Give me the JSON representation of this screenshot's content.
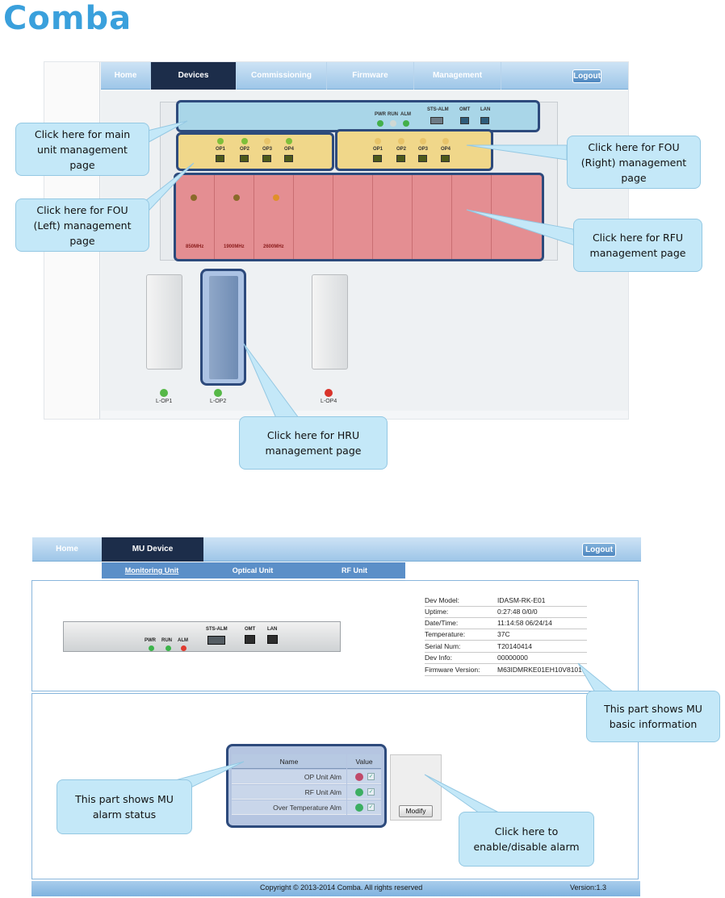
{
  "logo": {
    "text": "Comba"
  },
  "devices_screen": {
    "nav": {
      "tabs": [
        "Home",
        "Devices",
        "Commissioning",
        "Firmware",
        "Management"
      ],
      "active_tab": "Devices",
      "logout": "Logout"
    },
    "mu_panel": {
      "leds": [
        "PWR",
        "RUN",
        "ALM"
      ],
      "ports": [
        "STS-ALM",
        "OMT",
        "LAN"
      ]
    },
    "fou_left_ports": [
      "OP1",
      "OP2",
      "OP3",
      "OP4"
    ],
    "fou_right_ports": [
      "OP1",
      "OP2",
      "OP3",
      "OP4"
    ],
    "rfu_bands": [
      "850MHz",
      "1900MHz",
      "2600MHz"
    ],
    "hru_units": [
      "L-OP1",
      "L-OP2",
      "L-OP4"
    ],
    "callouts": {
      "main_unit": [
        "Click here for main",
        "unit management",
        "page"
      ],
      "fou_left": [
        "Click here for FOU",
        "(Left) management",
        "page"
      ],
      "fou_right": [
        "Click here for FOU",
        "(Right) management",
        "page"
      ],
      "rfu": [
        "Click here for RFU",
        "management page"
      ],
      "hru": [
        "Click here for HRU",
        "management page"
      ]
    }
  },
  "mu_screen": {
    "nav": {
      "tabs": [
        "Home",
        "MU Device"
      ],
      "active_tab": "MU Device",
      "logout": "Logout"
    },
    "subtabs": [
      "Monitoring Unit",
      "Optical Unit",
      "RF Unit"
    ],
    "front_panel": {
      "leds": [
        "PWR",
        "RUN",
        "ALM"
      ],
      "ports": [
        "STS-ALM",
        "OMT",
        "LAN"
      ]
    },
    "info": [
      {
        "key": "Dev Model:",
        "value": "IDASM-RK-E01"
      },
      {
        "key": "Uptime:",
        "value": "0:27:48 0/0/0"
      },
      {
        "key": "Date/Time:",
        "value": "11:14:58 06/24/14"
      },
      {
        "key": "Temperature:",
        "value": "37C"
      },
      {
        "key": "Serial Num:",
        "value": "T20140414"
      },
      {
        "key": "Dev Info:",
        "value": "00000000"
      },
      {
        "key": "Firmware Version:",
        "value": "M63IDMRKE01EH10V8101"
      }
    ],
    "alarm_table": {
      "headers": [
        "Name",
        "Value"
      ],
      "rows": [
        "OP Unit Alm",
        "RF Unit Alm",
        "Over Temperature Alm"
      ],
      "modify": "Modify"
    },
    "callouts": {
      "basic_info": [
        "This part shows MU",
        "basic information"
      ],
      "alarm_status": [
        "This part shows MU",
        "alarm status"
      ],
      "enable_alarm": [
        "Click here to",
        "enable/disable alarm"
      ]
    },
    "footer": {
      "copyright": "Copyright © 2013-2014 Comba. All rights reserved",
      "version": "Version:1.3"
    }
  }
}
